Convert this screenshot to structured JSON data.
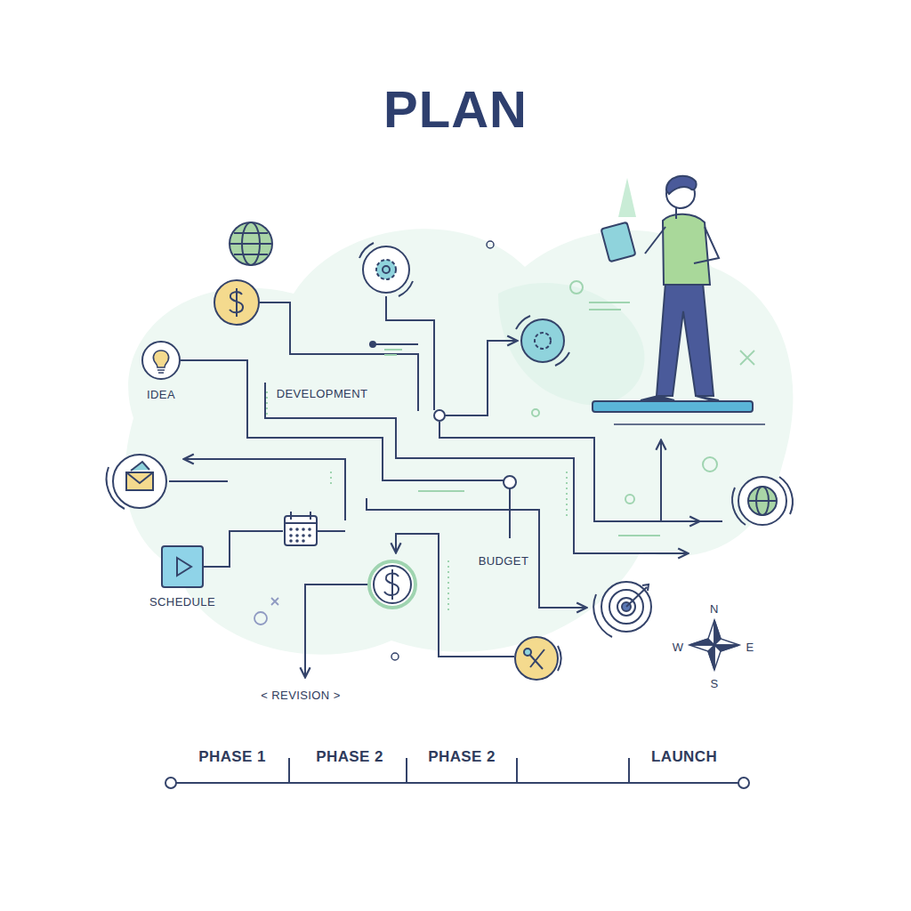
{
  "diagram": {
    "title": "PLAN",
    "nodes": [
      {
        "text": [
          "IDEA"
        ]
      },
      {
        "text": [
          "SCHEDULE"
        ]
      }
    ],
    "labels": [
      "DEVELOPMENT",
      "BUDGET",
      "< REVISION >",
      "N",
      "W",
      "E",
      "S",
      "PHASE 1",
      "PHASE 2",
      "PHASE 2",
      "LAUNCH"
    ]
  }
}
